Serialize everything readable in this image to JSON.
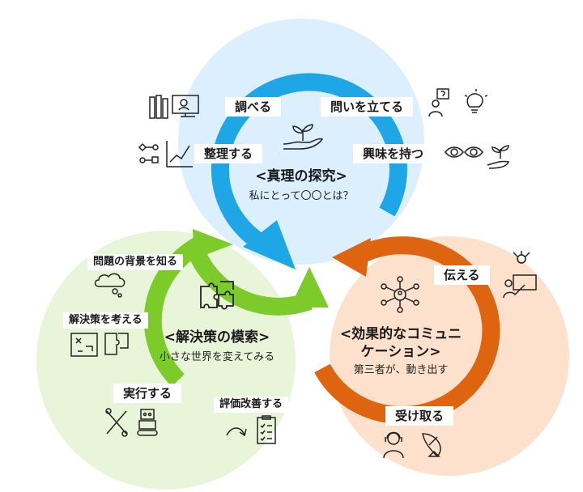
{
  "colors": {
    "truth_circle": "#dcefff",
    "solution_circle": "#e9f5d8",
    "communication_circle": "#fde1cc",
    "blue_arrow": "#1fa6e6",
    "green_arrow": "#7ccb2b",
    "orange_arrow": "#de6410"
  },
  "truth": {
    "title": "<真理の探究>",
    "subtitle": "私にとって〇〇とは？",
    "steps": [
      "調べる",
      "問いを立てる",
      "整理する",
      "興味を持つ"
    ]
  },
  "solution": {
    "title": "<解決策の模索>",
    "subtitle": "小さな世界を変えてみる",
    "steps": [
      "問題の背景を知る",
      "解決策を考える",
      "実行する",
      "評価改善する"
    ]
  },
  "communication": {
    "title_line1": "<効果的なコミュニ",
    "title_line2": "ケーション>",
    "subtitle": "第三者が、動き出す",
    "steps": [
      "伝える",
      "受け取る"
    ]
  }
}
